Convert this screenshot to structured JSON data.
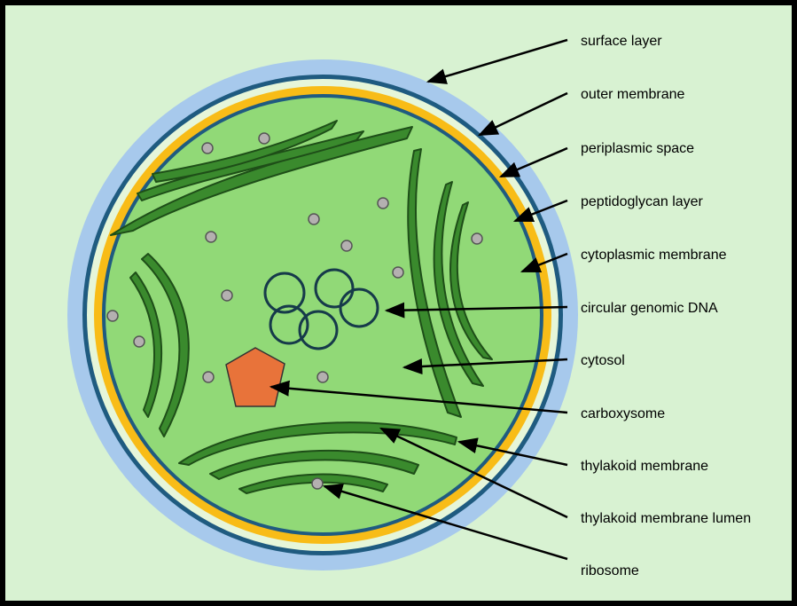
{
  "colors": {
    "background": "#d8f2d2",
    "surface_layer": "#a7c9ec",
    "outer_membrane": "#1f5b80",
    "periplasmic_space": "#e6f6d9",
    "peptidoglycan_layer": "#f8bc17",
    "cytoplasmic_membrane": "#1f5b80",
    "cytosol": "#91d977",
    "thylakoid": "#3a8a2d",
    "thylakoid_stroke": "#1e4e18",
    "dna": "#163a4a",
    "carboxysome": "#e8733a",
    "ribosome": "#b4b0b0"
  },
  "labels": [
    {
      "key": "surface_layer",
      "text": "surface layer"
    },
    {
      "key": "outer_membrane",
      "text": "outer membrane"
    },
    {
      "key": "periplasmic_space",
      "text": "periplasmic space"
    },
    {
      "key": "peptidoglycan_layer",
      "text": "peptidoglycan layer"
    },
    {
      "key": "cytoplasmic_membrane",
      "text": "cytoplasmic membrane"
    },
    {
      "key": "circular_genomic_dna",
      "text": "circular genomic DNA"
    },
    {
      "key": "cytosol",
      "text": "cytosol"
    },
    {
      "key": "carboxysome",
      "text": "carboxysome"
    },
    {
      "key": "thylakoid_membrane",
      "text": "thylakoid membrane"
    },
    {
      "key": "thylakoid_membrane_lumen",
      "text": "thylakoid membrane lumen"
    },
    {
      "key": "ribosome",
      "text": "ribosome"
    }
  ]
}
